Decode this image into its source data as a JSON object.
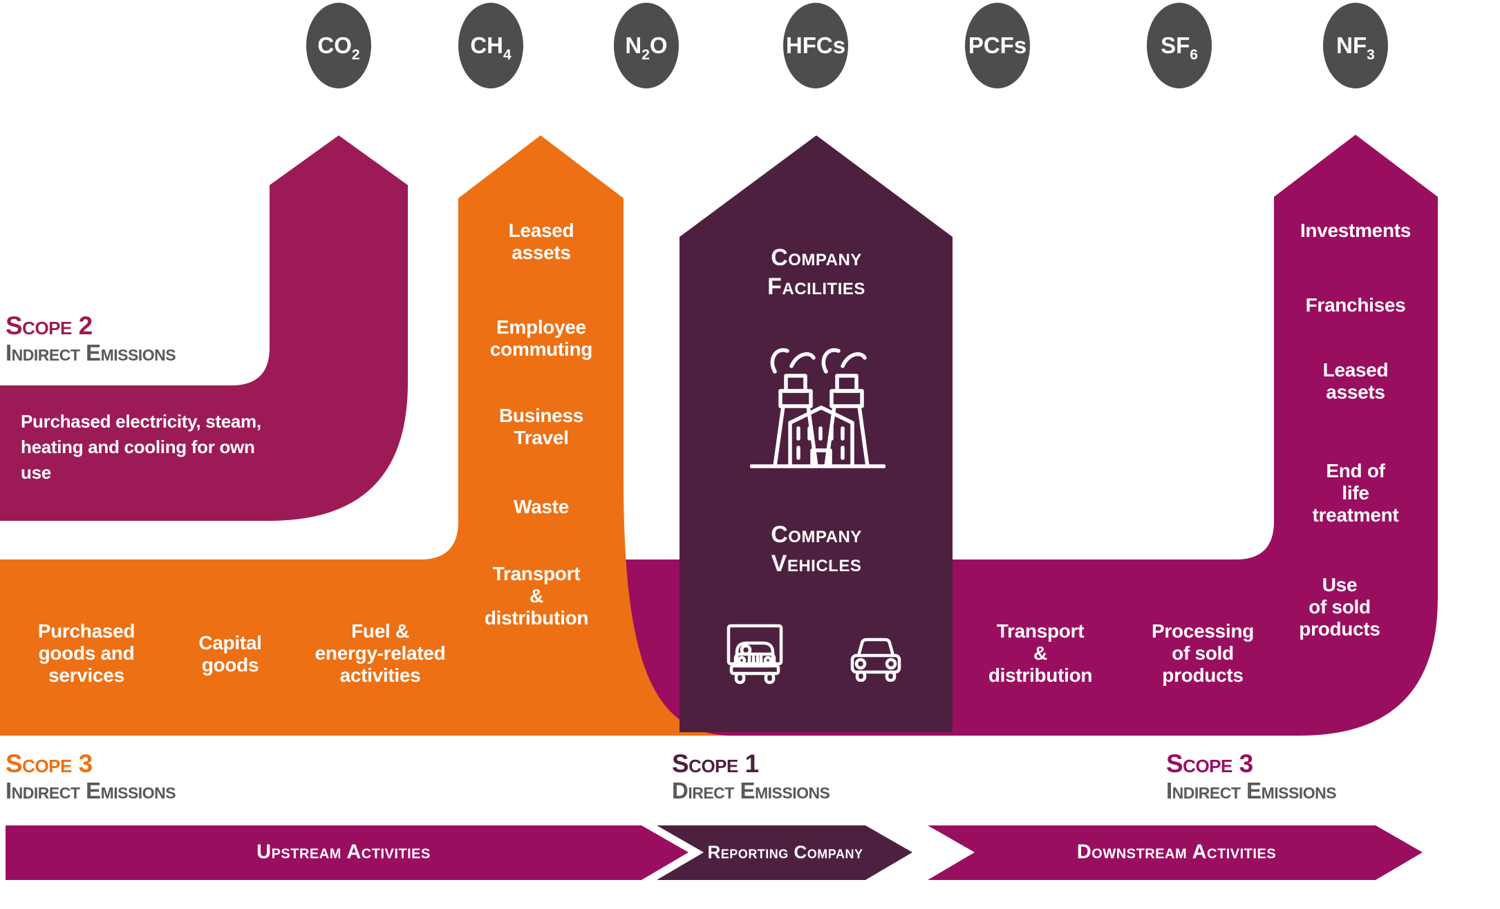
{
  "gases": [
    {
      "pre": "CO",
      "sub": "2",
      "post": ""
    },
    {
      "pre": "CH",
      "sub": "4",
      "post": ""
    },
    {
      "pre": "N",
      "sub": "2",
      "post": "O"
    },
    {
      "pre": "HFCs",
      "sub": "",
      "post": ""
    },
    {
      "pre": "PCFs",
      "sub": "",
      "post": ""
    },
    {
      "pre": "SF",
      "sub": "6",
      "post": ""
    },
    {
      "pre": "NF",
      "sub": "3",
      "post": ""
    }
  ],
  "scope2": {
    "scope": "Scope 2",
    "type": "Indirect Emissions",
    "band_text": [
      "Purchased electricity, steam,",
      "heating and cooling for own",
      "use"
    ]
  },
  "upstream_scope3": {
    "scope": "Scope 3",
    "type": "Indirect Emissions",
    "column_items": [
      [
        "Leased",
        "assets"
      ],
      [
        "Employee",
        "commuting"
      ],
      [
        "Business",
        "Travel"
      ],
      [
        "Waste"
      ],
      [
        "Transport",
        "&",
        "distribution"
      ]
    ],
    "band_items": [
      [
        "Purchased",
        "goods and",
        "services"
      ],
      [
        "Capital",
        "goods"
      ],
      [
        "Fuel &",
        "energy-related",
        "activities"
      ]
    ]
  },
  "scope1": {
    "scope": "Scope 1",
    "type": "Direct Emissions",
    "facilities": [
      "Company",
      "Facilities"
    ],
    "vehicles": [
      "Company",
      "Vehicles"
    ]
  },
  "downstream_scope3": {
    "scope": "Scope 3",
    "type": "Indirect Emissions",
    "band_items": [
      [
        "Transport",
        "&",
        "distribution"
      ],
      [
        "Processing",
        "of sold",
        "products"
      ]
    ],
    "column_items": [
      [
        "Investments"
      ],
      [
        "Franchises"
      ],
      [
        "Leased",
        "assets"
      ],
      [
        "End of",
        "life",
        "treatment"
      ],
      [
        "Use",
        "of sold",
        "products"
      ]
    ]
  },
  "bottom_bar": {
    "upstream": "Upstream Activities",
    "reporting": "Reporting Company",
    "downstream": "Downstream Activities"
  },
  "colors": {
    "scope2_berry": "#9C1B57",
    "scope3_magenta": "#9A0E60",
    "scope3_orange": "#ED7014",
    "scope1_plum": "#4E203F",
    "gas_circle_gray": "#4D4D4D",
    "label_gray": "#58595B"
  }
}
